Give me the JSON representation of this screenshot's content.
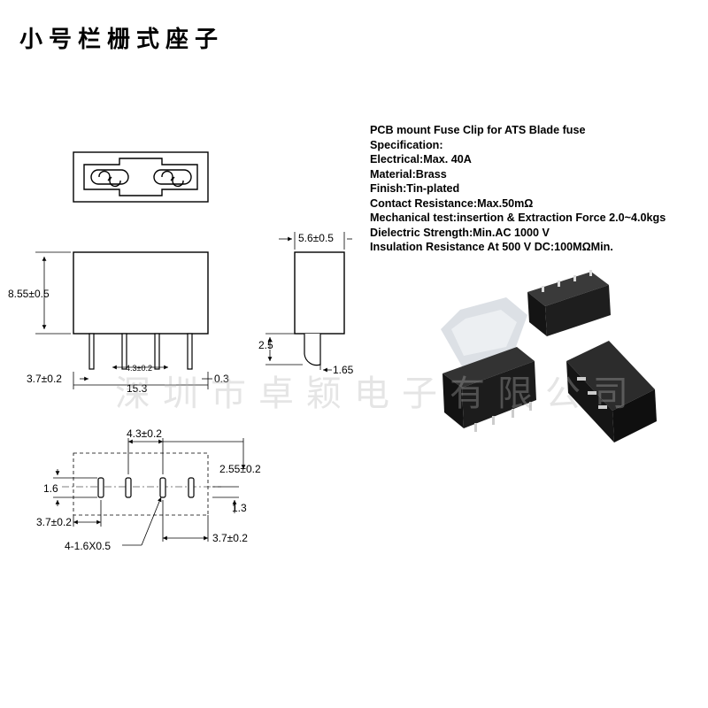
{
  "title": "小号栏栅式座子",
  "specs": {
    "heading": "PCB mount Fuse Clip for ATS Blade fuse",
    "lines": [
      "Specification:",
      "Electrical:Max. 40A",
      "Material:Brass",
      "Finish:Tin-plated",
      "Contact Resistance:Max.50mΩ",
      "Mechanical test:insertion & Extraction Force 2.0~4.0kgs",
      "Dielectric Strength:Min.AC 1000 V",
      "Insulation Resistance At 500 V DC:100MΩMin."
    ]
  },
  "dimensions": {
    "front": {
      "height": "8.55±0.5",
      "pin_pitch": "4.3±0.2",
      "edge_offset": "3.7±0.2",
      "length": "15.3",
      "pin_thickness": "0.3"
    },
    "side": {
      "width": "5.6±0.5",
      "pin_length": "2.5",
      "pin_width": "1.65"
    },
    "footprint": {
      "pitch": "4.3±0.2",
      "row_offset": "2.55±0.2",
      "slot_length": "1.6",
      "slot_gap": "1.3",
      "edge_left": "3.7±0.2",
      "edge_right": "3.7±0.2",
      "holes": "4-1.6X0.5"
    }
  },
  "watermark": "深圳市卓颖电子有限公司"
}
